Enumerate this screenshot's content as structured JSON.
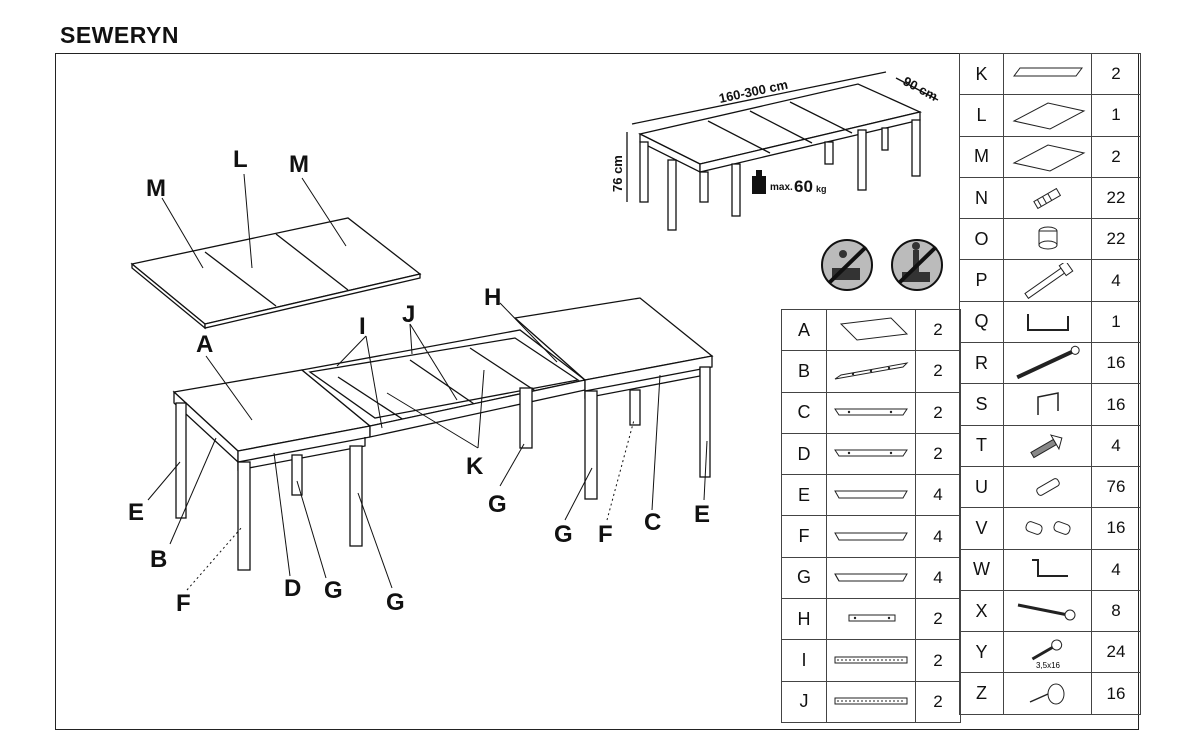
{
  "title": "SEWERYN",
  "dimensions": {
    "length": "160-300 cm",
    "depth": "90 cm",
    "height": "76 cm",
    "max_prefix": "max.",
    "max_value": "60",
    "max_unit": "kg"
  },
  "callouts": {
    "A": "A",
    "B": "B",
    "C": "C",
    "D": "D",
    "E1": "E",
    "E2": "E",
    "F1": "F",
    "F2": "F",
    "G1": "G",
    "G2": "G",
    "G3": "G",
    "G4": "G",
    "H": "H",
    "I": "I",
    "J": "J",
    "K": "K",
    "L": "L",
    "M1": "M",
    "M2": "M"
  },
  "parts_left": [
    {
      "code": "A",
      "icon": "large-panel-icon",
      "qty": "2"
    },
    {
      "code": "B",
      "icon": "side-rail-icon",
      "qty": "2"
    },
    {
      "code": "C",
      "icon": "end-rail-icon",
      "qty": "2"
    },
    {
      "code": "D",
      "icon": "end-rail-icon",
      "qty": "2"
    },
    {
      "code": "E",
      "icon": "long-rail-icon",
      "qty": "4"
    },
    {
      "code": "F",
      "icon": "long-rail-icon",
      "qty": "4"
    },
    {
      "code": "G",
      "icon": "leg-icon",
      "qty": "4"
    },
    {
      "code": "H",
      "icon": "small-bar-icon",
      "qty": "2"
    },
    {
      "code": "I",
      "icon": "slide-rail-icon",
      "qty": "2"
    },
    {
      "code": "J",
      "icon": "slide-rail-icon",
      "qty": "2"
    }
  ],
  "parts_right": [
    {
      "code": "K",
      "icon": "narrow-board-icon",
      "qty": "2"
    },
    {
      "code": "L",
      "icon": "panel-icon",
      "qty": "1"
    },
    {
      "code": "M",
      "icon": "panel-icon",
      "qty": "2"
    },
    {
      "code": "N",
      "icon": "wall-plug-icon",
      "qty": "22"
    },
    {
      "code": "O",
      "icon": "cam-lock-icon",
      "qty": "22"
    },
    {
      "code": "P",
      "icon": "bolt-icon",
      "qty": "4"
    },
    {
      "code": "Q",
      "icon": "allen-key-icon",
      "qty": "1"
    },
    {
      "code": "R",
      "icon": "long-screw-icon",
      "qty": "16"
    },
    {
      "code": "S",
      "icon": "bracket-icon",
      "qty": "16"
    },
    {
      "code": "T",
      "icon": "wing-screw-icon",
      "qty": "4"
    },
    {
      "code": "U",
      "icon": "dowel-icon",
      "qty": "76"
    },
    {
      "code": "V",
      "icon": "connector-icon",
      "qty": "16"
    },
    {
      "code": "W",
      "icon": "angle-bracket-icon",
      "qty": "4"
    },
    {
      "code": "X",
      "icon": "key-icon",
      "qty": "8"
    },
    {
      "code": "Y",
      "icon": "screw-icon",
      "qty": "24",
      "sub": "3,5x16"
    },
    {
      "code": "Z",
      "icon": "glide-icon",
      "qty": "16"
    }
  ]
}
